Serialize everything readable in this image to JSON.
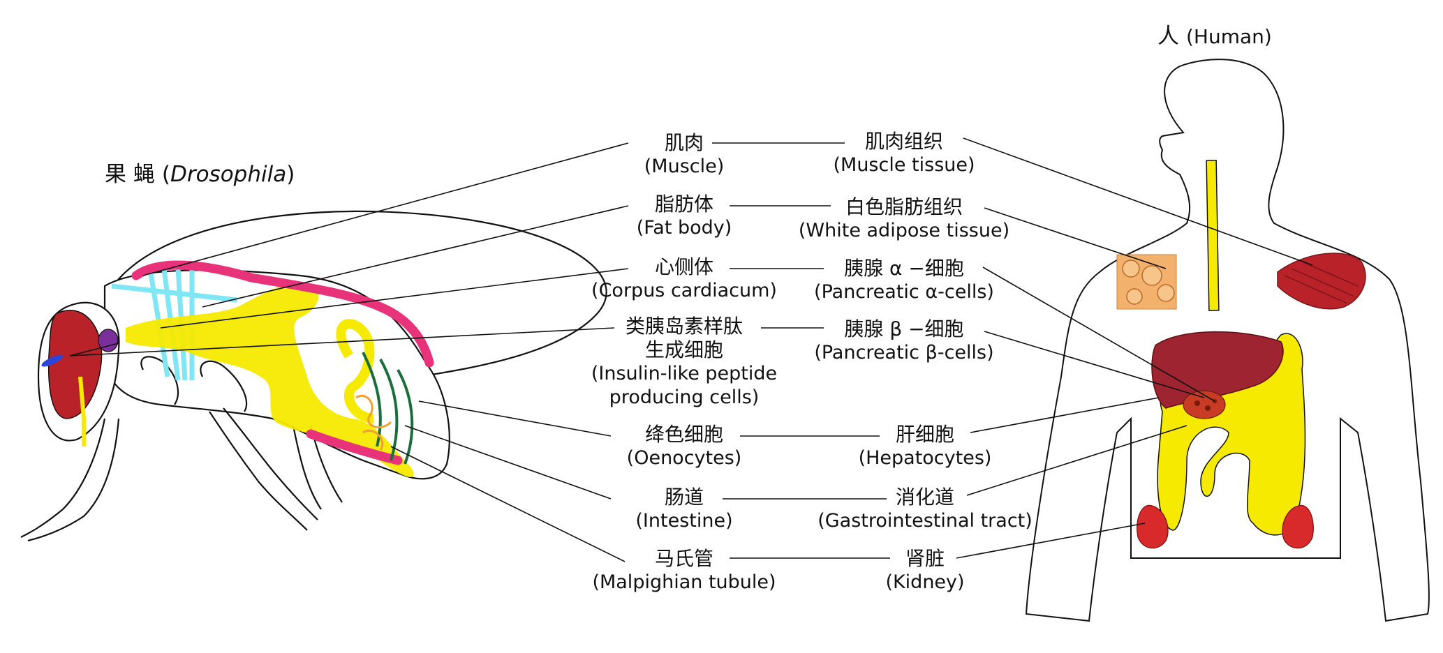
{
  "fly_title": {
    "zh": "果 蝇",
    "open": "(",
    "en": "Drosophila",
    "close": ")"
  },
  "human_title": {
    "zh": "人",
    "en": "(Human)"
  },
  "fly_labels": [
    {
      "zh": "肌肉",
      "en": "(Muscle)"
    },
    {
      "zh": "脂肪体",
      "en": "(Fat body)"
    },
    {
      "zh": "心侧体",
      "en": "(Corpus cardiacum)"
    },
    {
      "zh": "类胰岛素样肽",
      "zh2": "生成细胞",
      "en": "(Insulin-like peptide",
      "en2": "producing cells)"
    },
    {
      "zh": "绛色细胞",
      "en": "(Oenocytes)"
    },
    {
      "zh": "肠道",
      "en": "(Intestine)"
    },
    {
      "zh": "马氏管",
      "en": "(Malpighian tubule)"
    }
  ],
  "human_labels": [
    {
      "zh": "肌肉组织",
      "en": "(Muscle tissue)"
    },
    {
      "zh": "白色脂肪组织",
      "en": "(White adipose tissue)"
    },
    {
      "zh": "胰腺 α −细胞",
      "en": "(Pancreatic α-cells)"
    },
    {
      "zh": "胰腺 β −细胞",
      "en": "(Pancreatic β-cells)"
    },
    {
      "zh": "肝细胞",
      "en": "(Hepatocytes)"
    },
    {
      "zh": "消化道",
      "en": "(Gastrointestinal tract)"
    },
    {
      "zh": "肾脏",
      "en": "(Kidney)"
    }
  ],
  "colors": {
    "muscle_pink": "#e8327a",
    "fat_yellow": "#f5ea00",
    "organ_red": "#b82228",
    "wing_cyan": "#7fe6f4",
    "gland_purple": "#7a2f9a",
    "tubule_green": "#1a6e3c",
    "oenocyte_orange": "#f0a030"
  }
}
